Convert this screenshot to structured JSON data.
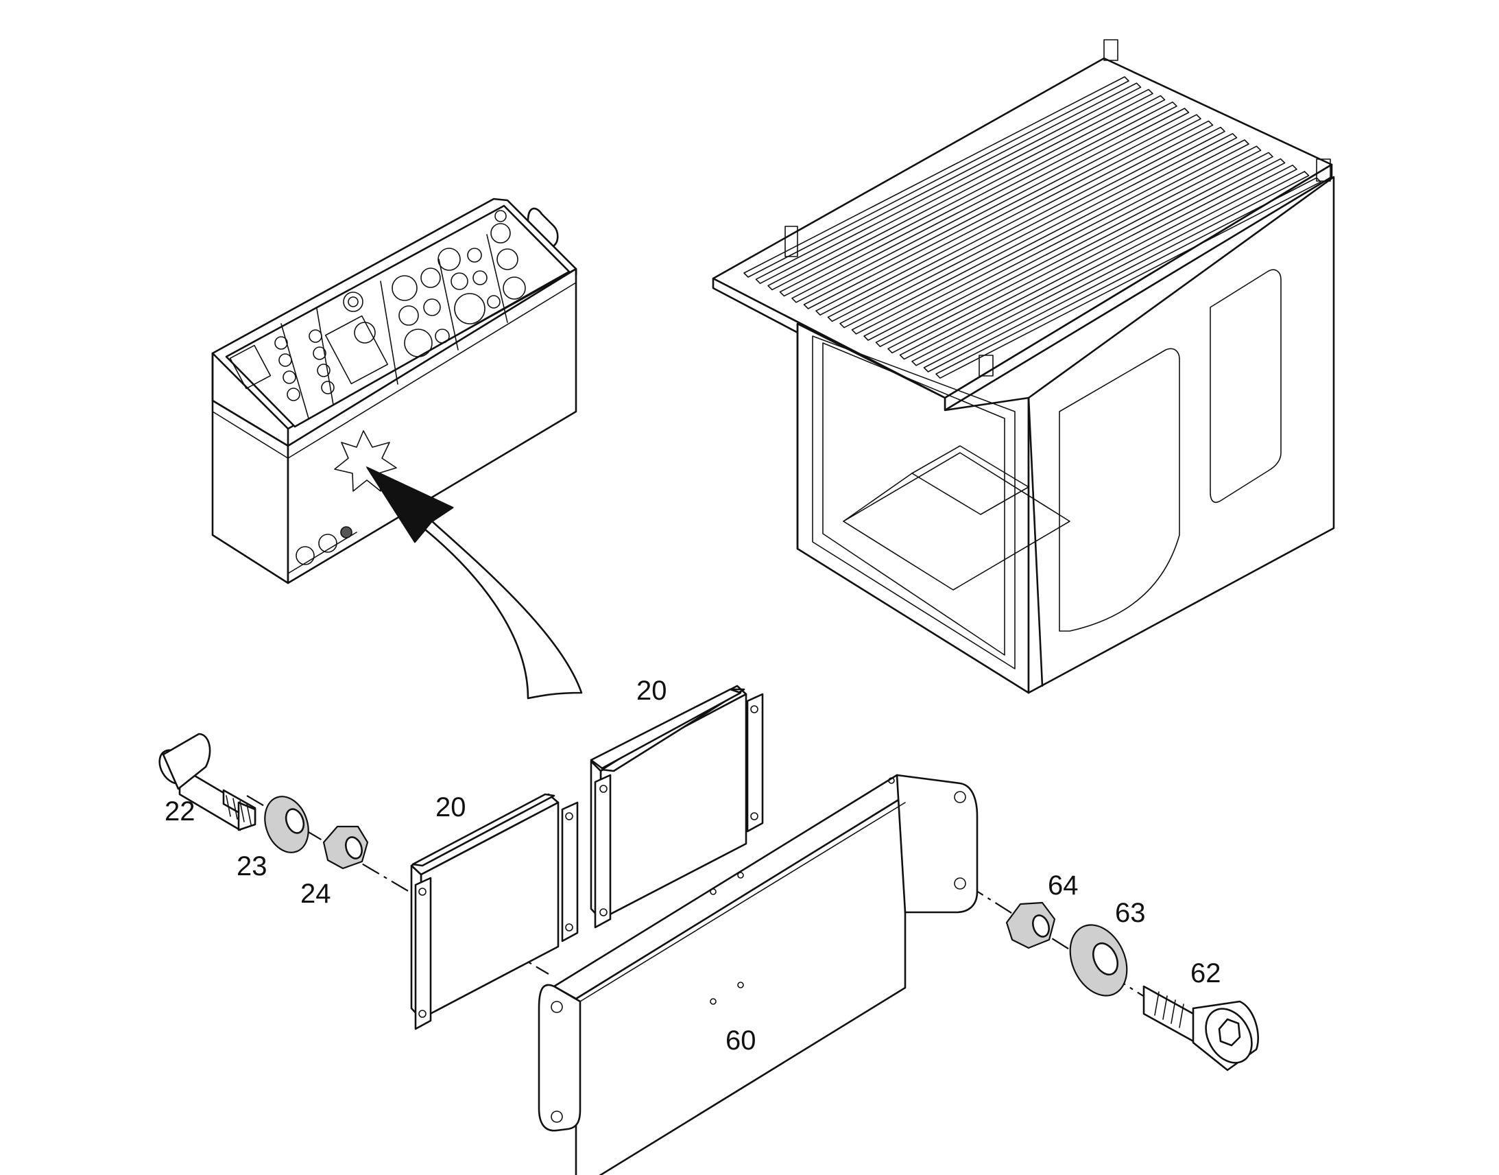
{
  "callouts": {
    "c20a": "20",
    "c20b": "20",
    "c22": "22",
    "c23": "23",
    "c24": "24",
    "c60": "60",
    "c62": "62",
    "c63": "63",
    "c64": "64"
  },
  "icons": {
    "console": "control-console-icon",
    "cab": "operator-cab-icon",
    "arrow": "location-arrow-icon"
  }
}
